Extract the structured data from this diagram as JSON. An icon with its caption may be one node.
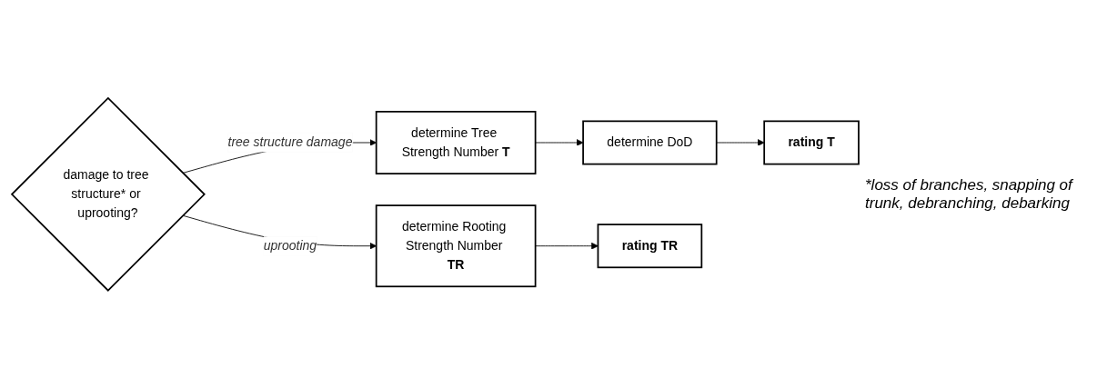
{
  "diagram": {
    "nodes": [
      {
        "text": [
          "damage to tree structure* or uprooting?"
        ]
      },
      {
        "text": [
          "determine Tree Strength Number **T**"
        ]
      },
      {
        "text": [
          "determine DoD"
        ]
      },
      {
        "text": [
          "rating T"
        ]
      },
      {
        "text": [
          "determine Rooting Strength Number **TR**"
        ]
      },
      {
        "text": [
          "rating TR"
        ]
      }
    ],
    "edges": [
      {
        "from": 0,
        "to": 1,
        "arrow": "to",
        "label": "tree structure damage"
      },
      {
        "from": 1,
        "to": 2,
        "arrow": "to"
      },
      {
        "from": 2,
        "to": 3,
        "arrow": "to"
      },
      {
        "from": 0,
        "to": 4,
        "arrow": "to",
        "label": "uprooting"
      },
      {
        "from": 4,
        "to": 5,
        "arrow": "to"
      }
    ],
    "labels": [
      "*loss of branches, snapping of trunk, debranching, debarking"
    ]
  }
}
